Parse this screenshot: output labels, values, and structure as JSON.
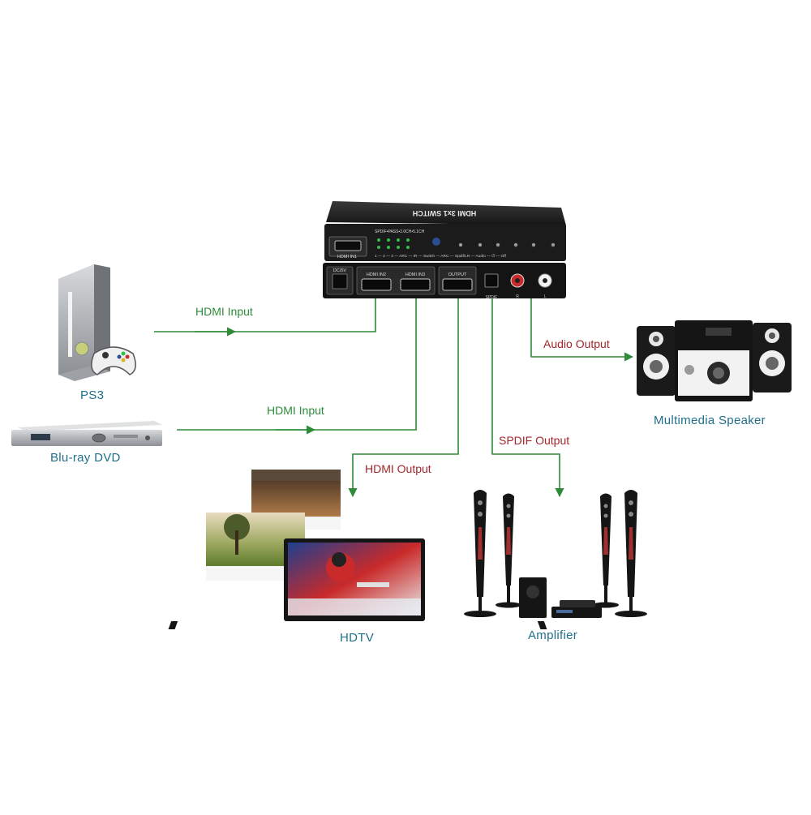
{
  "switch_box": {
    "top_label": "HDMI 3x1 SWITCH",
    "front_port": "HDMI IN1",
    "indicator_caption": "SPDIF•PASS•2.0CH•5.1CH",
    "button_row": "1 — 2 — 3 — ARC — IR — Switch — ARC — Spdif/LR — Audio — ⏻ — Off",
    "power_port": "DC/5V",
    "rear_ports": [
      "HDMI IN2",
      "HDMI IN3",
      "OUTPUT"
    ],
    "spdif_label": "SPDIF",
    "audio_r": "R",
    "audio_l": "L"
  },
  "devices": {
    "ps3": "PS3",
    "bluray": "Blu-ray DVD",
    "hdtv": "HDTV",
    "amplifier": "Amplifier",
    "speaker": "Multimedia Speaker"
  },
  "connections": {
    "ps3_link": "HDMI Input",
    "bluray_link": "HDMI Input",
    "hdtv_link": "HDMI Output",
    "amp_link": "SPDIF Output",
    "speaker_link": "Audio Output"
  },
  "colors": {
    "input_line": "#2e8b3a",
    "output_text": "#a3262b",
    "device_text": "#1f6f8b"
  }
}
